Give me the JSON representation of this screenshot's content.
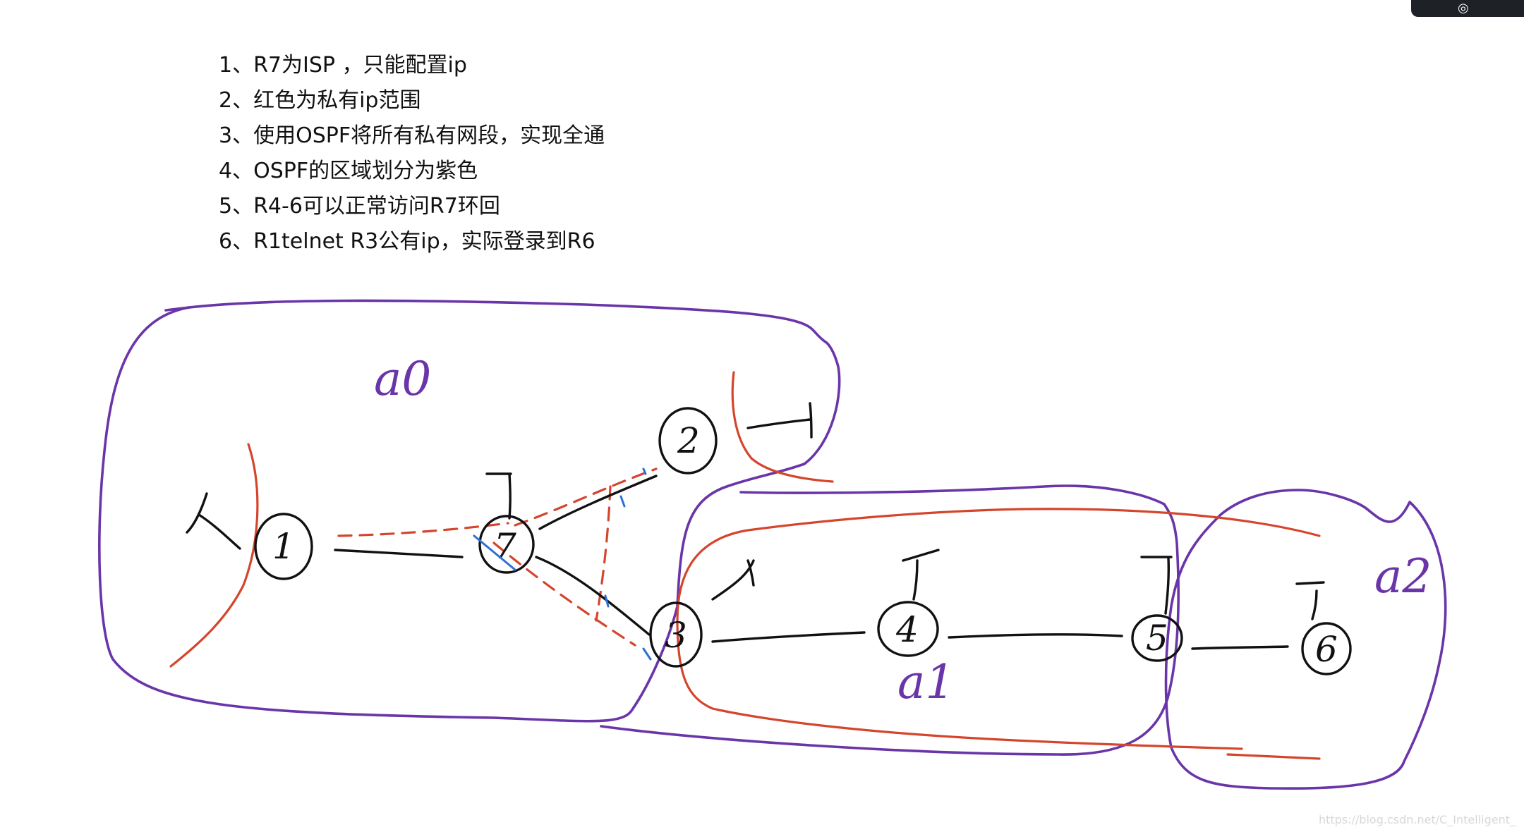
{
  "requirements": [
    "1、R7为ISP ，只能配置ip",
    "2、红色为私有ip范围",
    "3、使用OSPF将所有私有网段，实现全通",
    "4、OSPF的区域划分为紫色",
    "5、R4-6可以正常访问R7环回",
    "6、R1telnet R3公有ip，实际登录到R6"
  ],
  "nodes": {
    "r1": "1",
    "r2": "2",
    "r3": "3",
    "r4": "4",
    "r5": "5",
    "r6": "6",
    "r7": "7"
  },
  "areas": {
    "area0": "a0",
    "area1": "a1",
    "area2": "a2"
  },
  "colors": {
    "area_boundary": "#6a35a8",
    "private_ip_range": "#d5452c",
    "link": "#111111",
    "mark": "#2f6fd6"
  },
  "watermark": "https://blog.csdn.net/C_Intelligent_"
}
